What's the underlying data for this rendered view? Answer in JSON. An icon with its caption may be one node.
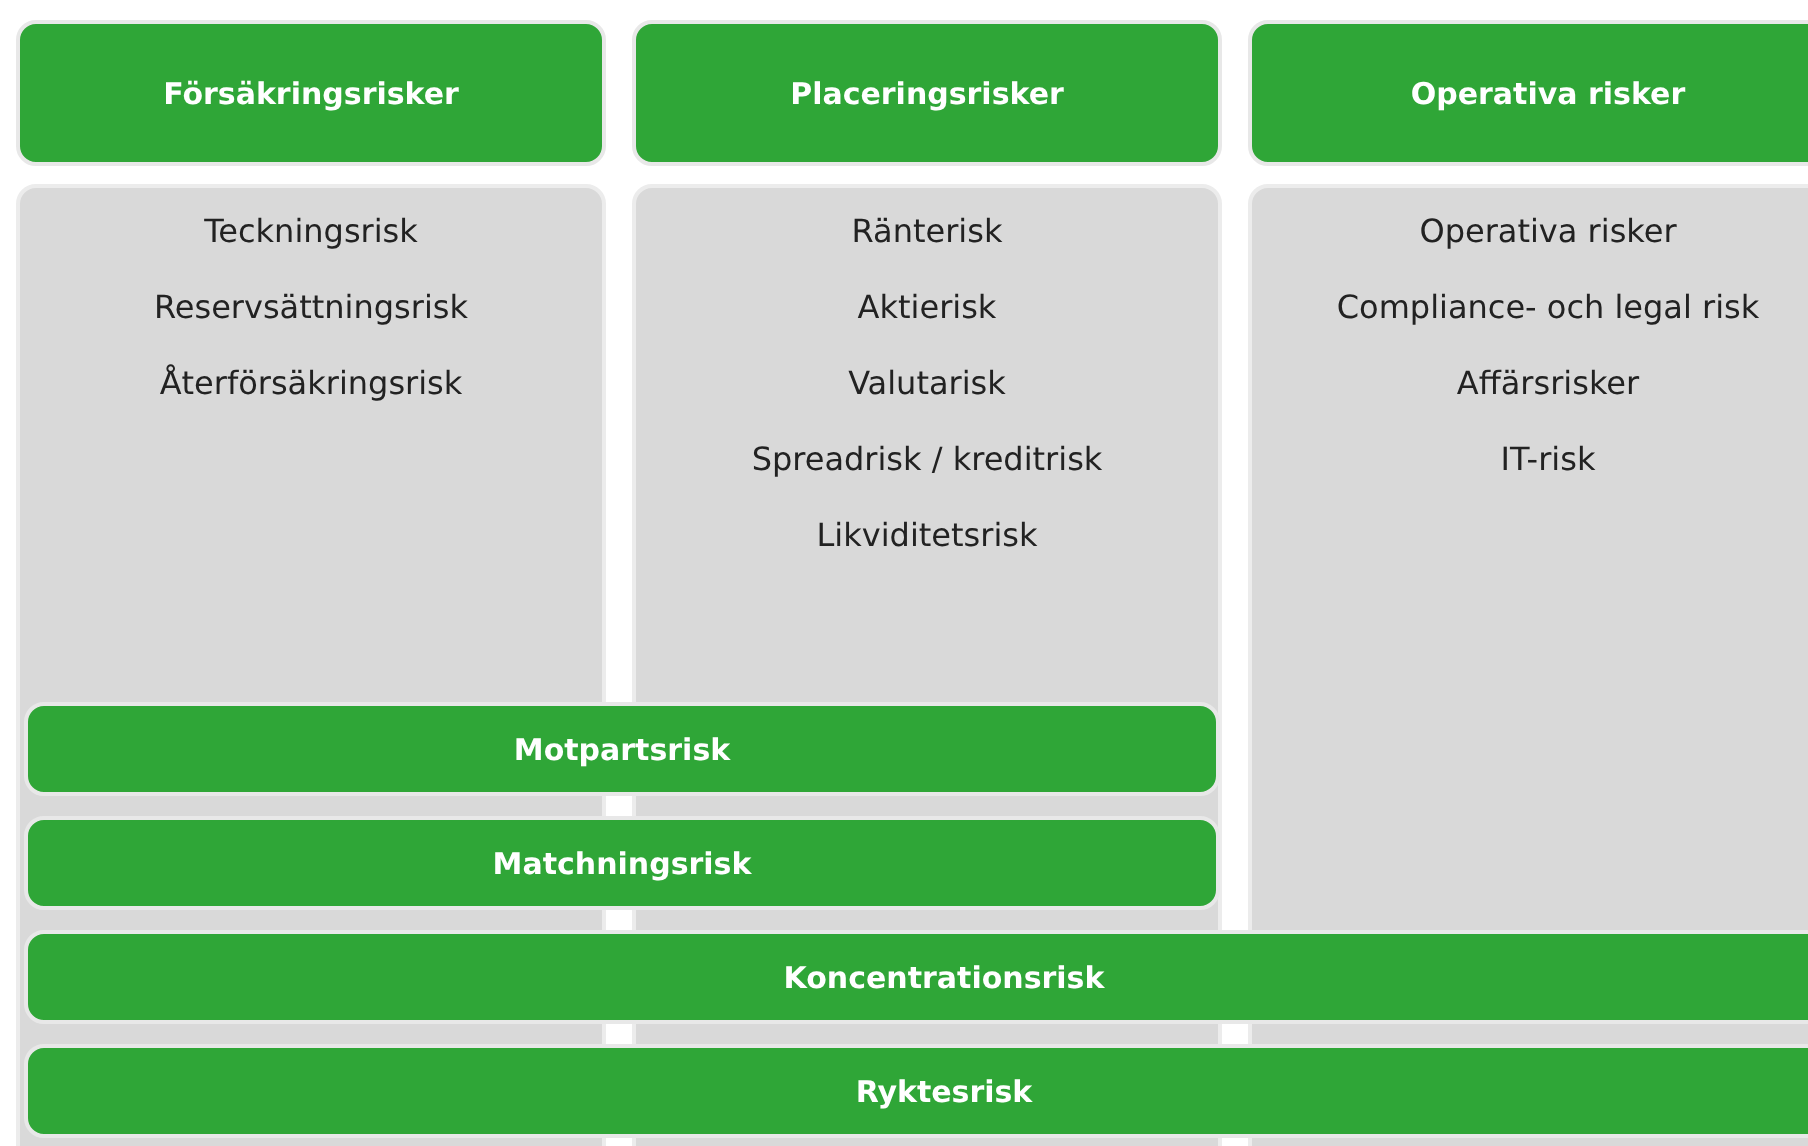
{
  "diagram": {
    "nodes": [
      {
        "text": [
          "Försäkringsrisker"
        ]
      },
      {
        "text": [
          "Placeringsrisker"
        ]
      },
      {
        "text": [
          "Operativa risker"
        ]
      },
      {
        "text": [
          "Teckningsrisk",
          "Reservsättningsrisk",
          "Återförsäkringsrisk"
        ]
      },
      {
        "text": [
          "Ränterisk",
          "Aktierisk",
          "Valutarisk",
          "Spreadrisk / kreditrisk",
          "Likviditetsrisk"
        ]
      },
      {
        "text": [
          "Operativa risker",
          "Compliance- och legal risk",
          "Affärsrisker",
          "IT-risk"
        ]
      },
      {
        "text": [
          "Motpartsrisk"
        ]
      },
      {
        "text": [
          "Matchningsrisk"
        ]
      },
      {
        "text": [
          "Koncentrationsrisk"
        ]
      },
      {
        "text": [
          "Ryktesrisk"
        ]
      }
    ]
  }
}
